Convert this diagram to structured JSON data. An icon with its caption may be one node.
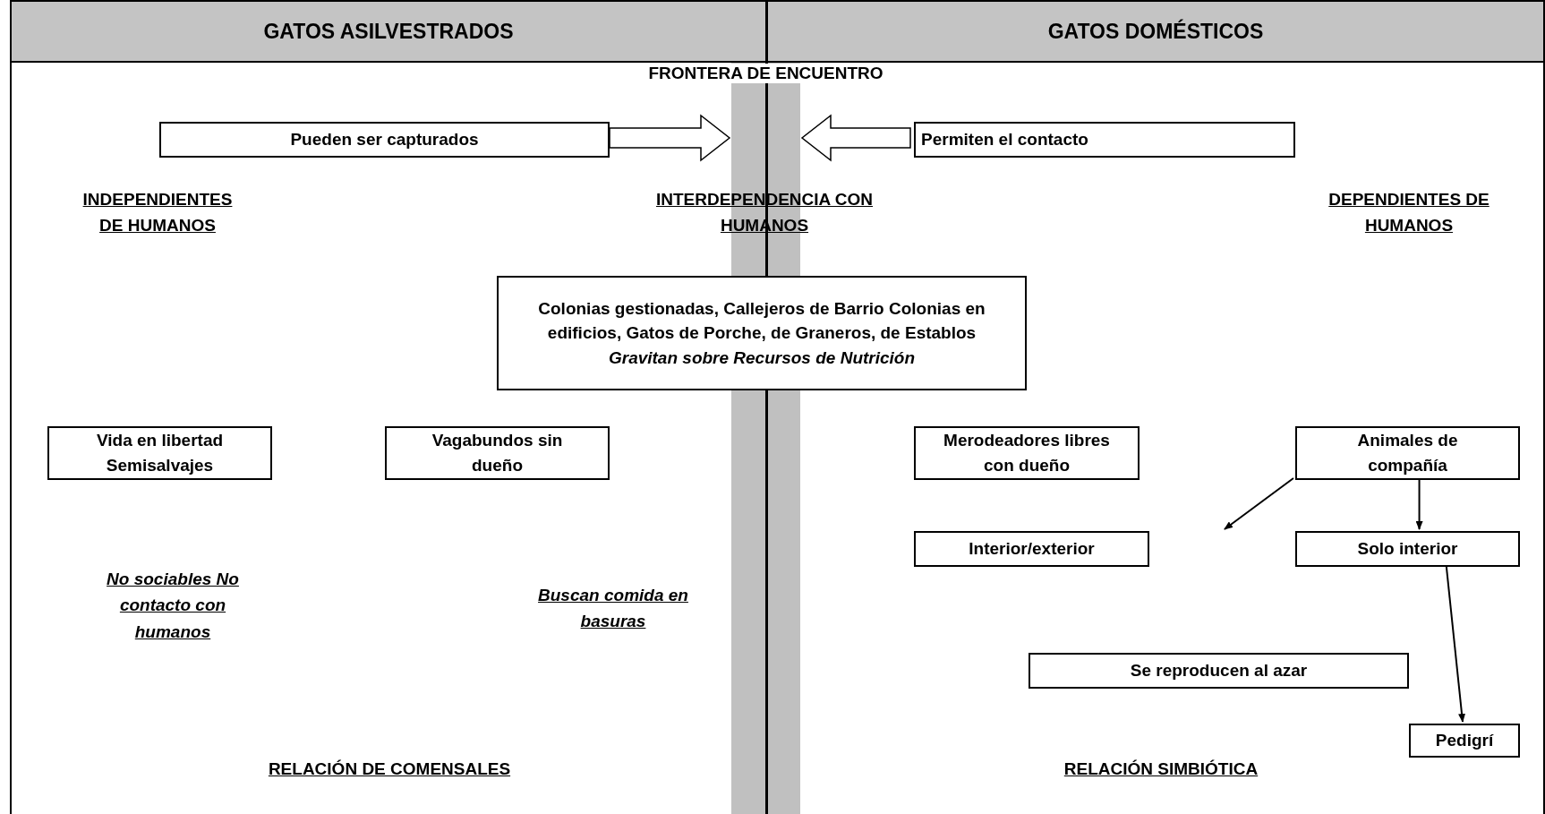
{
  "diagram": {
    "nodes": [
      {
        "text": [
          "GATOS ASILVESTRADOS"
        ]
      },
      {
        "text": [
          "GATOS DOMÉSTICOS"
        ]
      },
      {
        "text": [
          "FRONTERA DE ENCUENTRO"
        ]
      },
      {
        "text": [
          "Pueden ser capturados"
        ],
        "in": 0
      },
      {
        "text": [
          "Permiten el contacto"
        ],
        "in": 1
      },
      {
        "text": [
          "Colonias gestionadas, Callejeros de Barrio Colonias en edificios, Gatos de Porche, de Graneros, de Establos",
          "Gravitan sobre Recursos de Nutrición"
        ]
      },
      {
        "text": [
          "Vida en libertad Semisalvajes"
        ],
        "in": 0
      },
      {
        "text": [
          "Vagabundos sin dueño"
        ],
        "in": 0
      },
      {
        "text": [
          "Merodeadores libres con dueño"
        ],
        "in": 1
      },
      {
        "text": [
          "Animales de compañía"
        ],
        "in": 1
      },
      {
        "text": [
          "Interior/exterior"
        ],
        "in": 1
      },
      {
        "text": [
          "Solo interior"
        ],
        "in": 1
      },
      {
        "text": [
          "Se reproducen al azar"
        ],
        "in": 1
      },
      {
        "text": [
          "Pedigrí"
        ],
        "in": 1
      }
    ],
    "edges": [
      {
        "from": 3,
        "to": 2,
        "arrow": "to"
      },
      {
        "from": 4,
        "to": 2,
        "arrow": "to"
      },
      {
        "from": 9,
        "to": null,
        "arrow": "to"
      },
      {
        "from": 9,
        "to": 11,
        "arrow": "to"
      },
      {
        "from": 11,
        "to": 13,
        "arrow": "to"
      }
    ],
    "labels": [
      "INDEPENDIENTES DE HUMANOS",
      "INTERDEPENDENCIA CON HUMANOS",
      "DEPENDIENTES DE HUMANOS",
      "No sociables No contacto con humanos",
      "Buscan comida en basuras",
      "RELACIÓN DE COMENSALES",
      "RELACIÓN SIMBIÓTICA"
    ]
  }
}
